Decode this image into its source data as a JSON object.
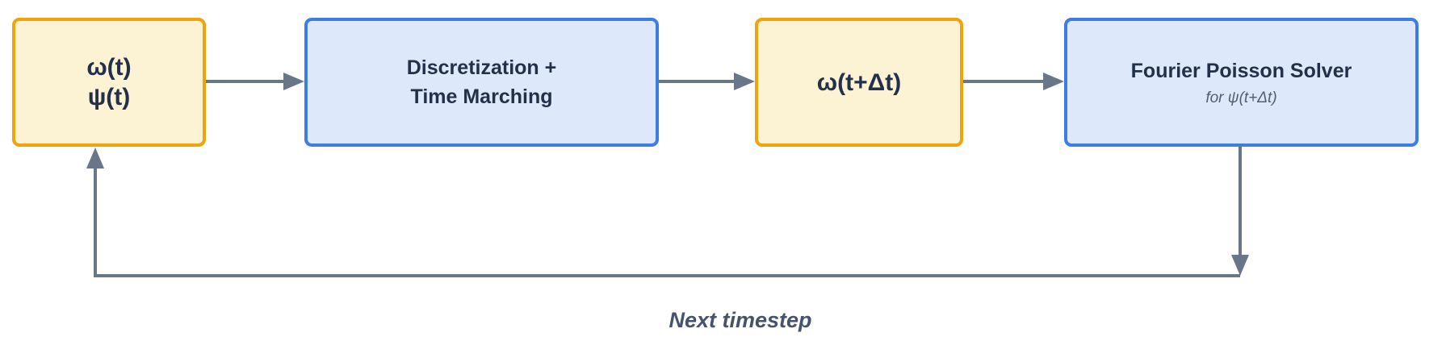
{
  "diagram": {
    "nodes": [
      {
        "id": "state-t",
        "style": "warm",
        "lines": [
          "ω(t)",
          "ψ(t)"
        ]
      },
      {
        "id": "discretize",
        "style": "cool",
        "lines": [
          "Discretization +",
          "Time Marching"
        ]
      },
      {
        "id": "state-next",
        "style": "warm",
        "lines": [
          "ω(t+Δt)"
        ]
      },
      {
        "id": "solver",
        "style": "cool",
        "title": "Fourier Poisson Solver",
        "subtitle": "for ψ(t+Δt)"
      }
    ],
    "edge_label": "Next timestep",
    "colors": {
      "canvas_bg": "#ffffff",
      "warm_fill": "#fcf3d4",
      "warm_border": "#f0a30a",
      "cool_fill": "#dde8fb",
      "cool_border": "#3d7de4",
      "node_text": "#23304a",
      "subtitle_color": "#515e70",
      "arrow_color": "#697588",
      "label_color": "#47536b"
    }
  }
}
